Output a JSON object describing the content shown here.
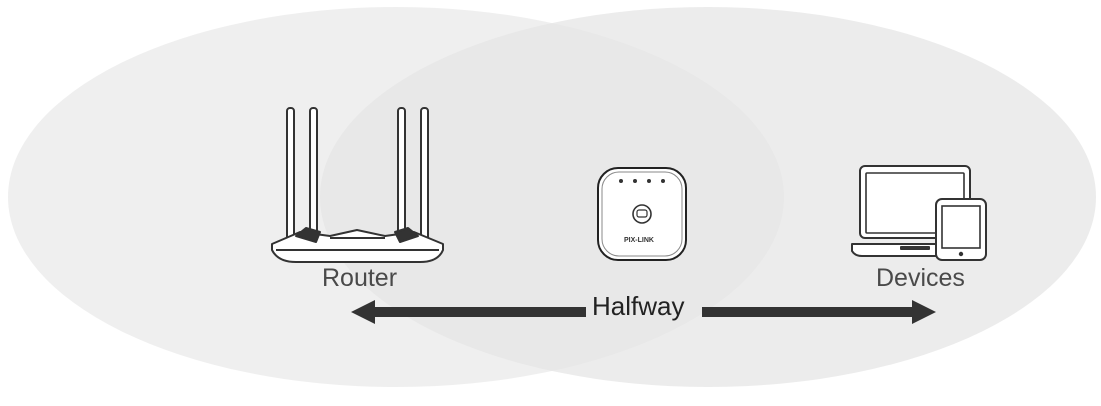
{
  "labels": {
    "router": "Router",
    "devices": "Devices",
    "halfway": "Halfway"
  },
  "extender": {
    "brand": "PIX-LINK"
  },
  "colors": {
    "coverage": "#ececec",
    "arrow": "#333333",
    "outline": "#333333"
  },
  "icons": [
    "router-icon",
    "extender-icon",
    "laptop-icon",
    "tablet-icon",
    "double-arrow-icon"
  ]
}
